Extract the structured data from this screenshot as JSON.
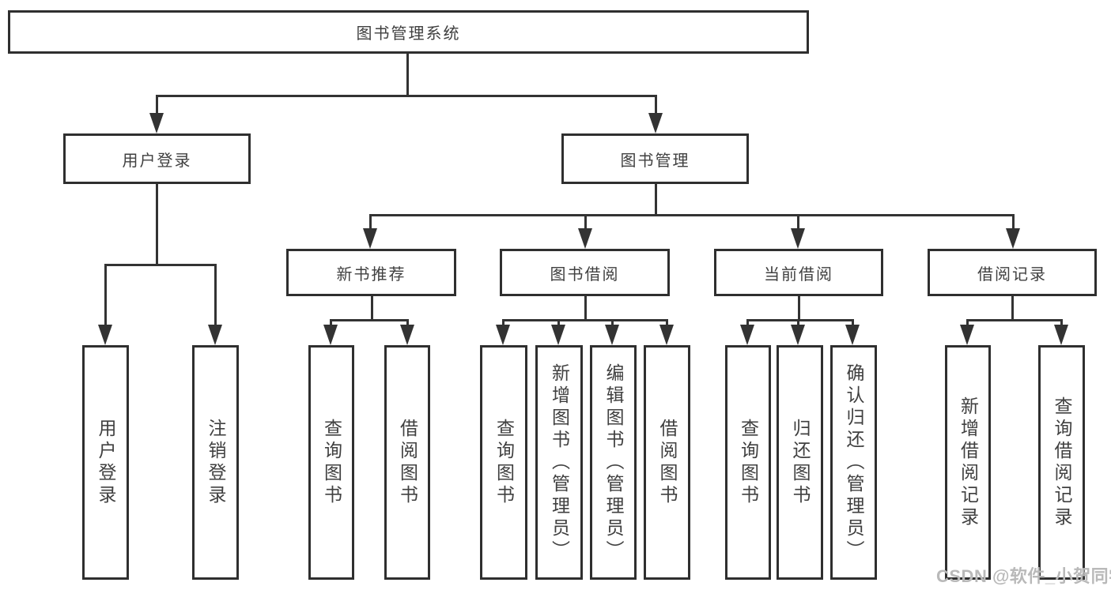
{
  "tree": {
    "label": "图书管理系统",
    "children": [
      {
        "label": "用户登录",
        "children": [
          {
            "label": "用户登录"
          },
          {
            "label": "注销登录"
          }
        ]
      },
      {
        "label": "图书管理",
        "children": [
          {
            "label": "新书推荐",
            "children": [
              {
                "label": "查询图书"
              },
              {
                "label": "借阅图书"
              }
            ]
          },
          {
            "label": "图书借阅",
            "children": [
              {
                "label": "查询图书"
              },
              {
                "label": "新增图书（管理员）"
              },
              {
                "label": "编辑图书（管理员）"
              },
              {
                "label": "借阅图书"
              }
            ]
          },
          {
            "label": "当前借阅",
            "children": [
              {
                "label": "查询图书"
              },
              {
                "label": "归还图书"
              },
              {
                "label": "确认归还（管理员）"
              }
            ]
          },
          {
            "label": "借阅记录",
            "children": [
              {
                "label": "新增借阅记录"
              },
              {
                "label": "查询借阅记录"
              }
            ]
          }
        ]
      }
    ]
  },
  "watermark": "CSDN @软件_小贺同学",
  "colors": {
    "line": "#333333",
    "border": "#2f2f2f",
    "text": "#404040",
    "watermark": "#b9b9b9",
    "background": "#ffffff"
  }
}
